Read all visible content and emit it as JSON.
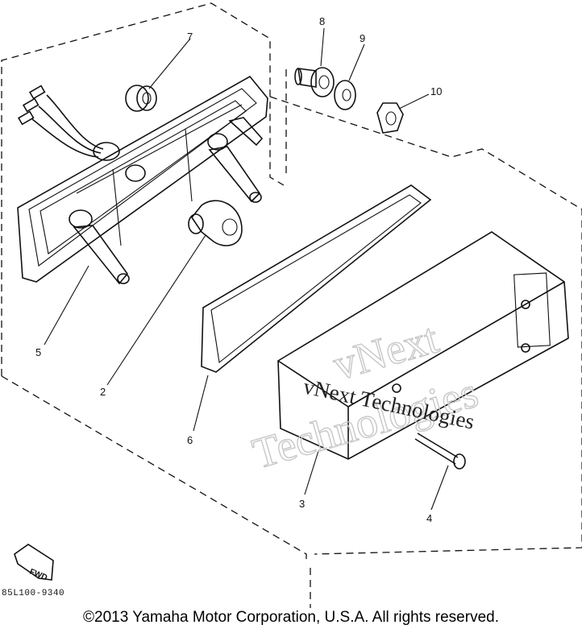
{
  "callouts": [
    "2",
    "3",
    "4",
    "5",
    "6",
    "7",
    "8",
    "9",
    "10"
  ],
  "watermark": {
    "large_line1": "vNext",
    "large_line2": "Technologies",
    "small": "vNext Technologies"
  },
  "direction_tag": "FWD",
  "part_code": "85L100-9340",
  "copyright": "©2013 Yamaha Motor Corporation, U.S.A. All rights reserved."
}
